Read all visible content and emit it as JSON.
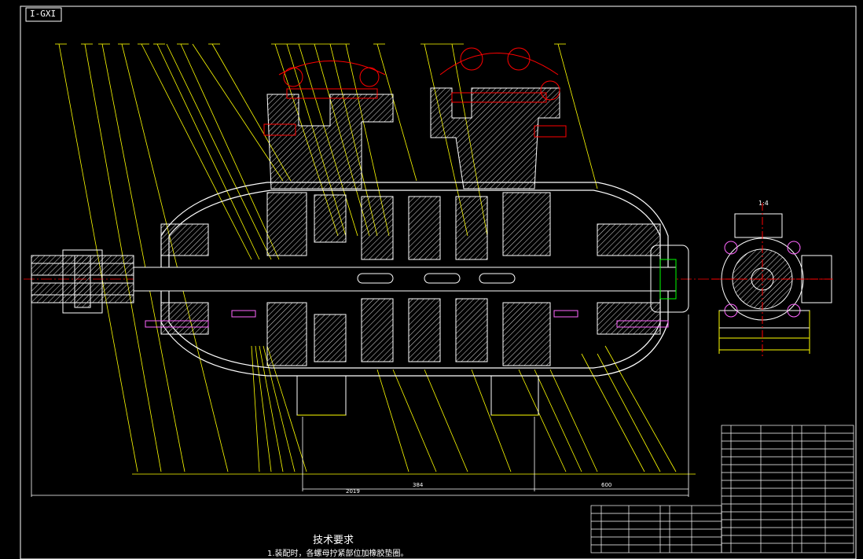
{
  "drawing": {
    "corner_tag": "I-GXI",
    "view_label": "1:4",
    "notes_title": "技术要求",
    "notes_line1": "1.装配时，各螺母拧紧部位加橡胶垫圈。",
    "dimension_overall": "2019",
    "dimension_mid1": "384",
    "dimension_mid2": "600",
    "colors": {
      "background": "#000000",
      "outline": "#ffffff",
      "leader": "#ffff00",
      "section": "#ff0000",
      "hatch": "#ffffff",
      "center_line": "#ff0000",
      "accent_green": "#00ff00",
      "accent_magenta": "#ff66ff"
    }
  }
}
